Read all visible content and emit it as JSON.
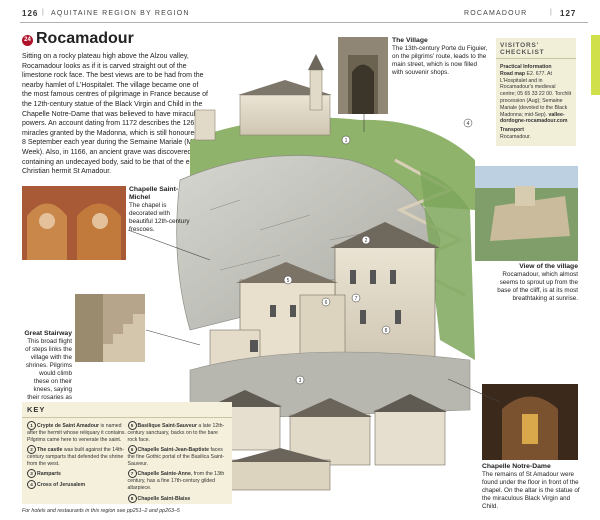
{
  "header": {
    "left_page_number": "126",
    "left_section": "AQUITAINE REGION BY REGION",
    "right_section": "ROCAMADOUR",
    "right_page_number": "127"
  },
  "article": {
    "number": "24",
    "title": "Rocamadour",
    "intro": "Sitting on a rocky plateau high above the Alzou valley, Rocamadour looks as if it is carved straight out of the limestone rock face. The best views are to be had from the nearby hamlet of L'Hospitalet. The village became one of the most famous centres of pilgrimage in France because of the 12th-century statue of the Black Virgin and Child in the Chapelle Notre-Dame that was believed to have miraculous powers. An account dating from 1172 describes the 126 miracles granted by the Madonna, which is still honoured on 8 September each year during the Semaine Mariale (Marian Week). Also, in 1166, an ancient grave was discovered containing an undecayed body, said to be that of the early Christian hermit St Amadour."
  },
  "captions": {
    "village": {
      "title": "The Village",
      "text": "The 13th-century Porte du Figuier, on the pilgrims' route, leads to the main street, which is now filled with souvenir shops."
    },
    "chapelle_michel": {
      "title": "Chapelle Saint-Michel",
      "text": "The chapel is decorated with beautiful 12th-century frescoes."
    },
    "stairway": {
      "title": "Great Stairway",
      "text": "This broad flight of steps links the village with the shrines. Pilgrims would climb these on their knees, saying their rosaries as they went."
    },
    "view": {
      "title": "View of the village",
      "text": "Rocamadour, which almost seems to sprout up from the base of the cliff, is at its most breathtaking at sunrise."
    },
    "notre_dame": {
      "title": "Chapelle Notre-Dame",
      "text": "The remains of St Amadour were found under the floor in front of the chapel. On the altar is the statue of the miraculous Black Virgin and Child."
    }
  },
  "checklist": {
    "heading": "VISITORS' CHECKLIST",
    "practical_title": "Practical Information",
    "road_map_label": "Road map",
    "road_map_ref": "E2.",
    "population": "677.",
    "tourist_office": "At L'Hospitalet and in Rocamadour's medieval centre; 05 65 33 22 00.",
    "events": "Torchlit procession (Aug); Semaine Mariale (devoted to the Black Madonna; mid-Sep).",
    "website": "vallee-dordogne-rocamadour.com",
    "transport_title": "Transport",
    "transport_text": "Rocamadour."
  },
  "key": {
    "heading": "KEY",
    "items": [
      {
        "num": "1",
        "title": "Crypte de Saint Amadour",
        "text": " is named after the hermit whose reliquary it contains. Pilgrims came here to venerate the saint."
      },
      {
        "num": "2",
        "title": "The castle",
        "text": " was built against the 14th-century ramparts that defended the shrine from the west."
      },
      {
        "num": "3",
        "title": "Ramparts",
        "text": ""
      },
      {
        "num": "4",
        "title": "Cross of Jerusalem",
        "text": ""
      },
      {
        "num": "5",
        "title": "Basilique Saint-Sauveur",
        "text": " a late 12th-century sanctuary, backs on to the bare rock face."
      },
      {
        "num": "6",
        "title": "Chapelle Saint-Jean-Baptiste",
        "text": " faces the fine Gothic portal of the Basilica Saint-Sauveur."
      },
      {
        "num": "7",
        "title": "Chapelle Sainte-Anne",
        "text": ", from the 13th century, has a fine 17th-century gilded altarpiece."
      },
      {
        "num": "8",
        "title": "Chapelle Saint-Blaise",
        "text": ""
      }
    ]
  },
  "footnote": "For hotels and restaurants in this region see pp251–2 and pp263–5",
  "colors": {
    "accent_red": "#b0122a",
    "tab_green": "#cfe04a",
    "panel_beige": "#f2efd9",
    "rock_gray": "#bdbdb6"
  }
}
